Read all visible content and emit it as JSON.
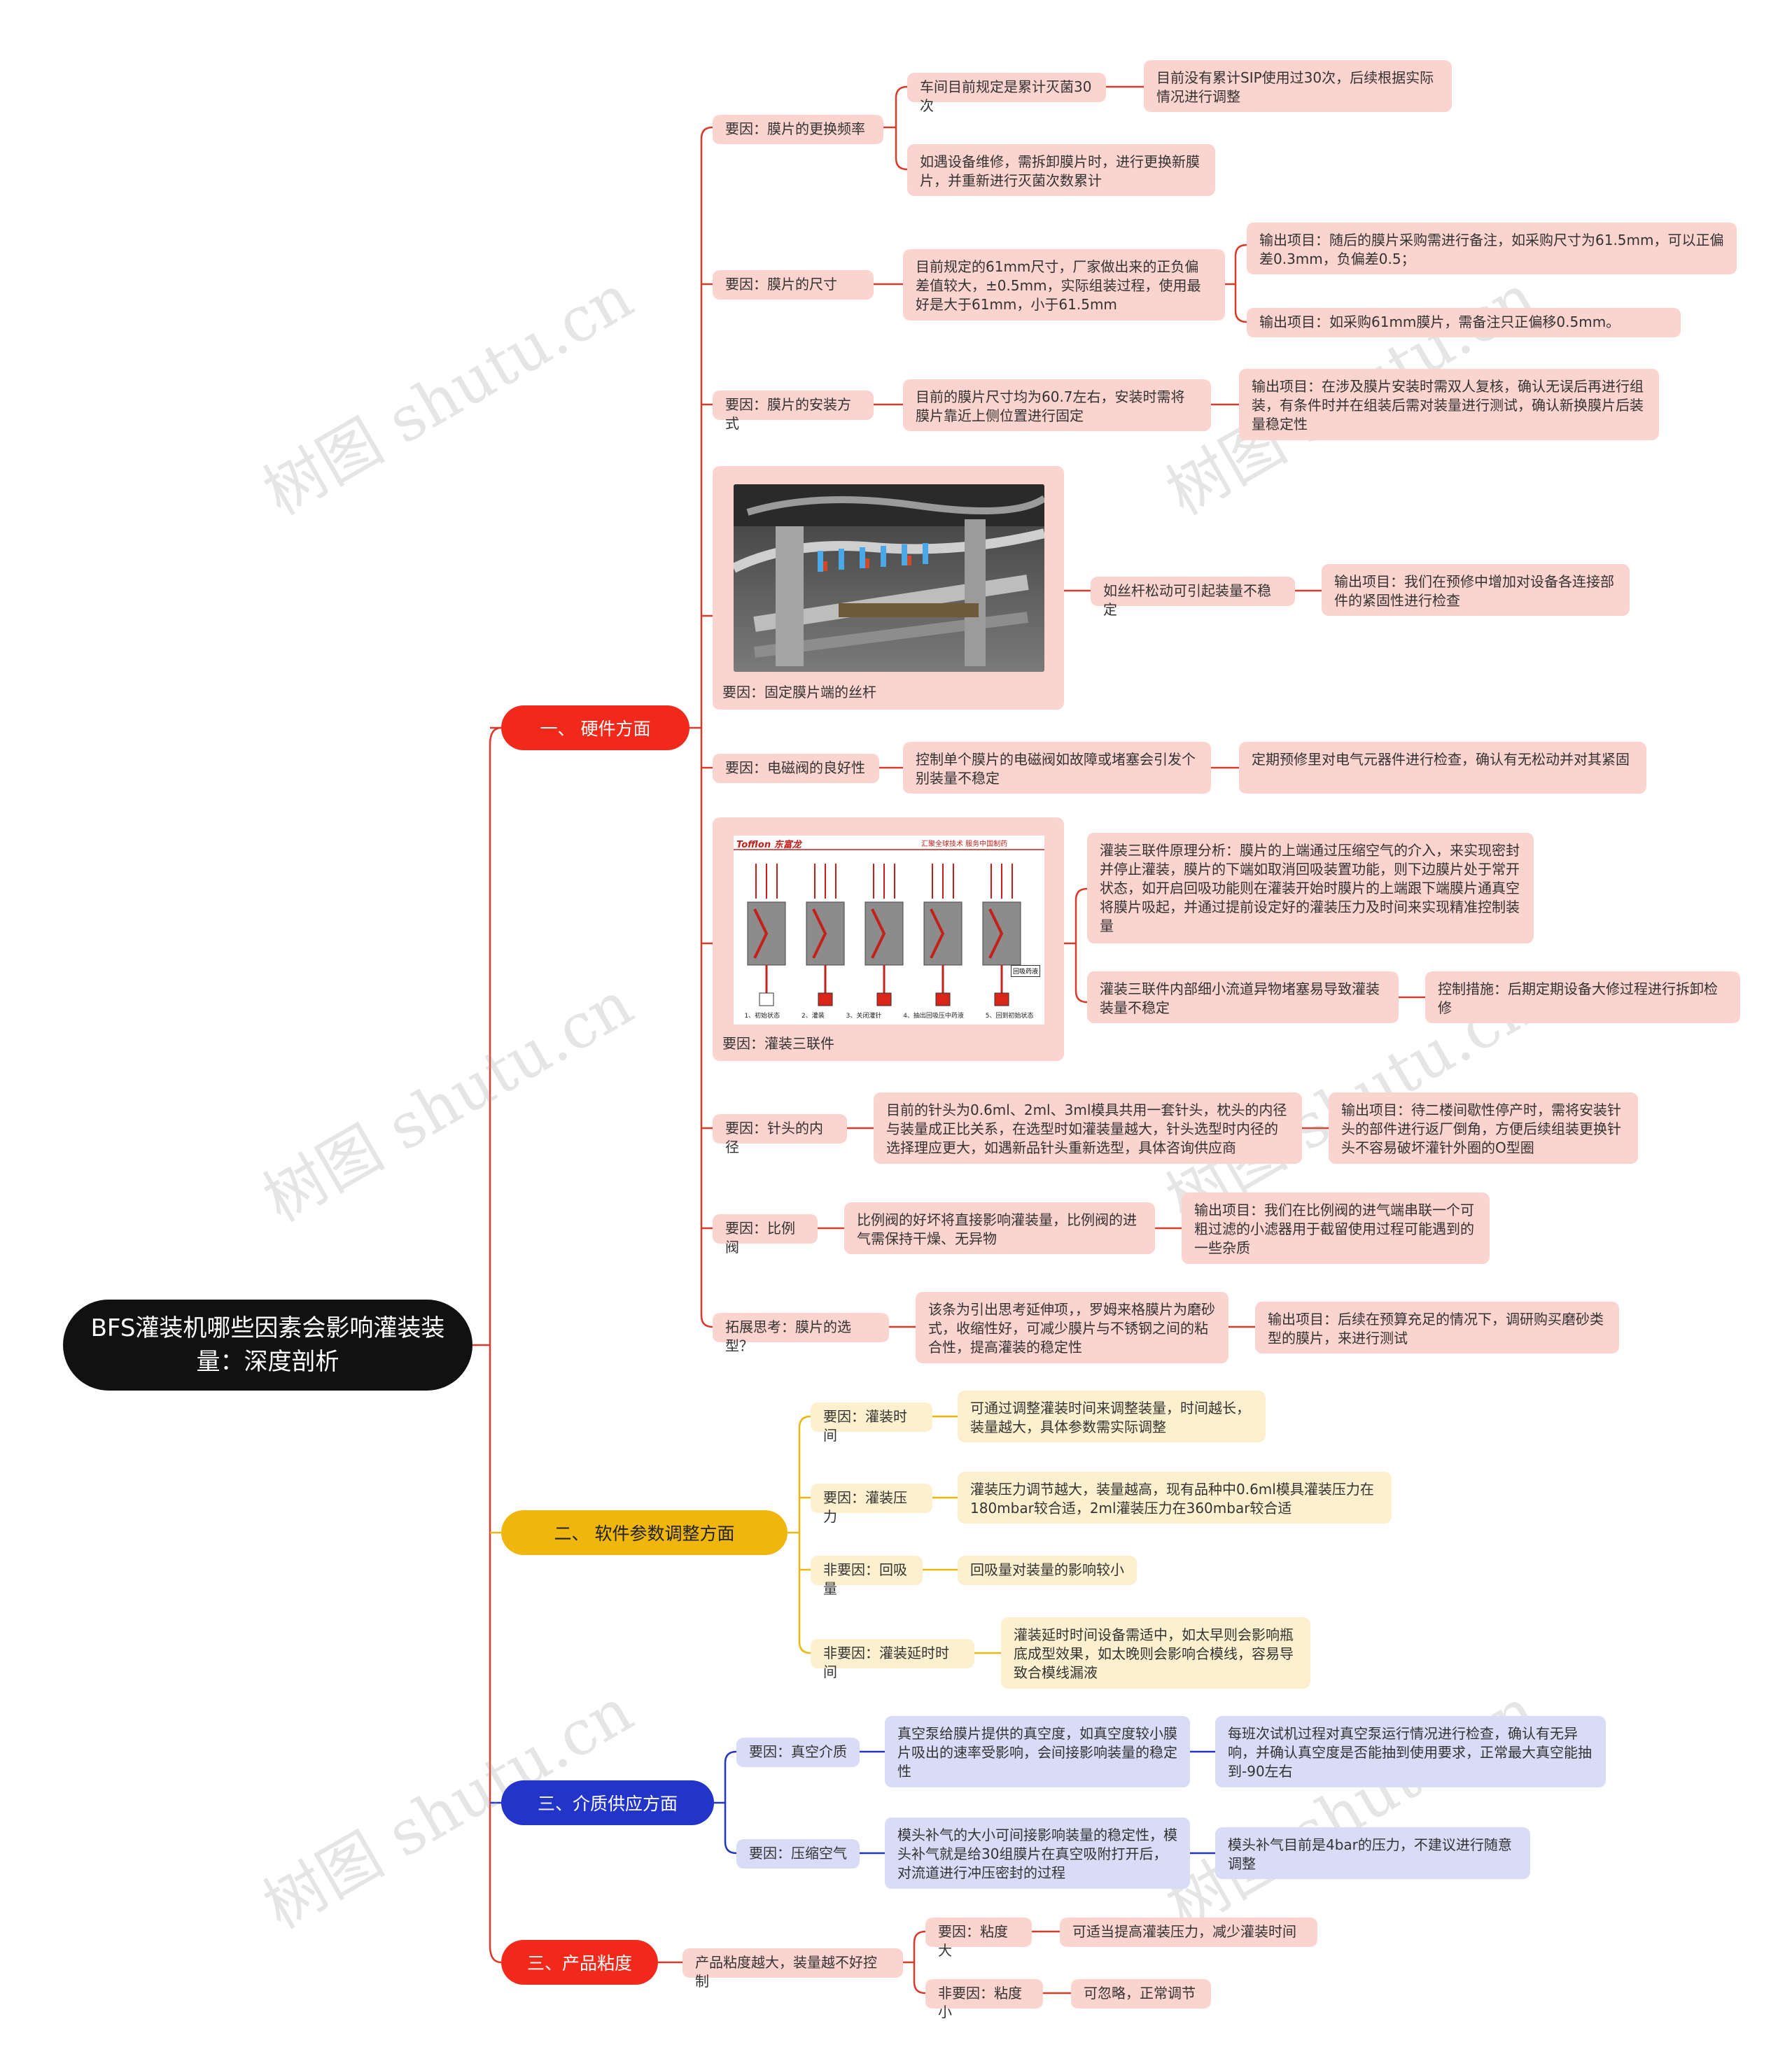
{
  "root": "BFS灌装机哪些因素会影响灌装装量：深度剖析",
  "watermark": "树图 shutu.cn",
  "colors": {
    "hardware": "#f0291a",
    "software": "#efb70d",
    "medium": "#2335c9",
    "viscosity": "#f0291a"
  },
  "hardware": {
    "label": "一、 硬件方面",
    "film_freq": {
      "label": "要因：膜片的更换频率",
      "a": "车间目前规定是累计灭菌30次",
      "a_out": "目前没有累计SIP使用过30次，后续根据实际情况进行调整",
      "b": "如遇设备维修，需拆卸膜片时，进行更换新膜片，并重新进行灭菌次数累计"
    },
    "film_size": {
      "label": "要因：膜片的尺寸",
      "desc": "目前规定的61mm尺寸，厂家做出来的正负偏差值较大，±0.5mm，实际组装过程，使用最好是大于61mm，小于61.5mm",
      "out1": "输出项目：随后的膜片采购需进行备注，如采购尺寸为61.5mm，可以正偏差0.3mm，负偏差0.5；",
      "out2": "输出项目：如采购61mm膜片，需备注只正偏移0.5mm。"
    },
    "film_install": {
      "label": "要因：膜片的安装方式",
      "desc": "目前的膜片尺寸均为60.7左右，安装时需将膜片靠近上侧位置进行固定",
      "out": "输出项目：在涉及膜片安装时需双人复核，确认无误后再进行组装，有条件时并在组装后需对装量进行测试，确认新换膜片后装量稳定性"
    },
    "screw": {
      "label": "要因：固定膜片端的丝杆",
      "desc": "如丝杆松动可引起装量不稳定",
      "out": "输出项目：我们在预修中增加对设备各连接部件的紧固性进行检查"
    },
    "valve": {
      "label": "要因：电磁阀的良好性",
      "desc": "控制单个膜片的电磁阀如故障或堵塞会引发个别装量不稳定",
      "out": "定期预修里对电气元器件进行检查，确认有无松动并对其紧固"
    },
    "triple": {
      "label": "要因：灌装三联件",
      "desc1": "灌装三联件原理分析：膜片的上端通过压缩空气的介入，来实现密封并停止灌装，膜片的下端如取消回吸装置功能，则下边膜片处于常开状态，如开启回吸功能则在灌装开始时膜片的上端跟下端膜片通真空将膜片吸起，并通过提前设定好的灌装压力及时间来实现精准控制装量",
      "desc2": "灌装三联件内部细小流道异物堵塞易导致灌装装量不稳定",
      "measure": "控制措施：后期定期设备大修过程进行拆卸检修",
      "img_brand": "Tofflon 东富龙",
      "img_slogan": "汇聚全球技术 服务中国制药",
      "img_steps": [
        "1、初始状态",
        "2、灌装",
        "3、关闭灌针",
        "4、抽出回吸压中药液",
        "5、回到初始状态"
      ],
      "img_box": "回吸药液"
    },
    "needle": {
      "label": "要因：针头的内径",
      "desc": "目前的针头为0.6ml、2ml、3ml模具共用一套针头，枕头的内径与装量成正比关系，在选型时如灌装量越大，针头选型时内径的选择理应更大，如遇新品针头重新选型，具体咨询供应商",
      "out": "输出项目：待二楼间歇性停产时，需将安装针头的部件进行返厂倒角，方便后续组装更换针头不容易破坏灌针外圈的O型圈"
    },
    "proportional": {
      "label": "要因：比例阀",
      "desc": "比例阀的好坏将直接影响灌装量，比例阀的进气需保持干燥、无异物",
      "out": "输出项目：我们在比例阀的进气端串联一个可粗过滤的小滤器用于截留使用过程可能遇到的一些杂质"
    },
    "extend": {
      "label": "拓展思考：膜片的选型？",
      "desc": "该条为引出思考延伸项，，罗姆来格膜片为磨砂式，收缩性好，可减少膜片与不锈钢之间的粘合性，提高灌装的稳定性",
      "out": "输出项目：后续在预算充足的情况下，调研购买磨砂类型的膜片，来进行测试"
    }
  },
  "software": {
    "label": "二、 软件参数调整方面",
    "items": [
      {
        "label": "要因：灌装时间",
        "desc": "可通过调整灌装时间来调整装量，时间越长，装量越大，具体参数需实际调整"
      },
      {
        "label": "要因：灌装压力",
        "desc": "灌装压力调节越大，装量越高，现有品种中0.6ml模具灌装压力在180mbar较合适，2ml灌装压力在360mbar较合适"
      },
      {
        "label": "非要因：回吸量",
        "desc": "回吸量对装量的影响较小"
      },
      {
        "label": "非要因：灌装延时时间",
        "desc": "灌装延时时间设备需适中，如太早则会影响瓶底成型效果，如太晚则会影响合模线，容易导致合模线漏液"
      }
    ]
  },
  "medium": {
    "label": "三、介质供应方面",
    "vacuum": {
      "label": "要因：真空介质",
      "desc": "真空泵给膜片提供的真空度，如真空度较小膜片吸出的速率受影响，会间接影响装量的稳定性",
      "out": "每班次试机过程对真空泵运行情况进行检查，确认有无异响，并确认真空度是否能抽到使用要求，正常最大真空能抽到-90左右"
    },
    "air": {
      "label": "要因：压缩空气",
      "desc": "模头补气的大小可间接影响装量的稳定性，模头补气就是给30组膜片在真空吸附打开后，对流道进行冲压密封的过程",
      "out": "模头补气目前是4bar的压力，不建议进行随意调整"
    }
  },
  "viscosity": {
    "label": "三、产品粘度",
    "desc": "产品粘度越大，装量越不好控制",
    "big": {
      "label": "要因：粘度大",
      "desc": "可适当提高灌装压力，减少灌装时间"
    },
    "small": {
      "label": "非要因：粘度小",
      "desc": "可忽略，正常调节"
    }
  }
}
